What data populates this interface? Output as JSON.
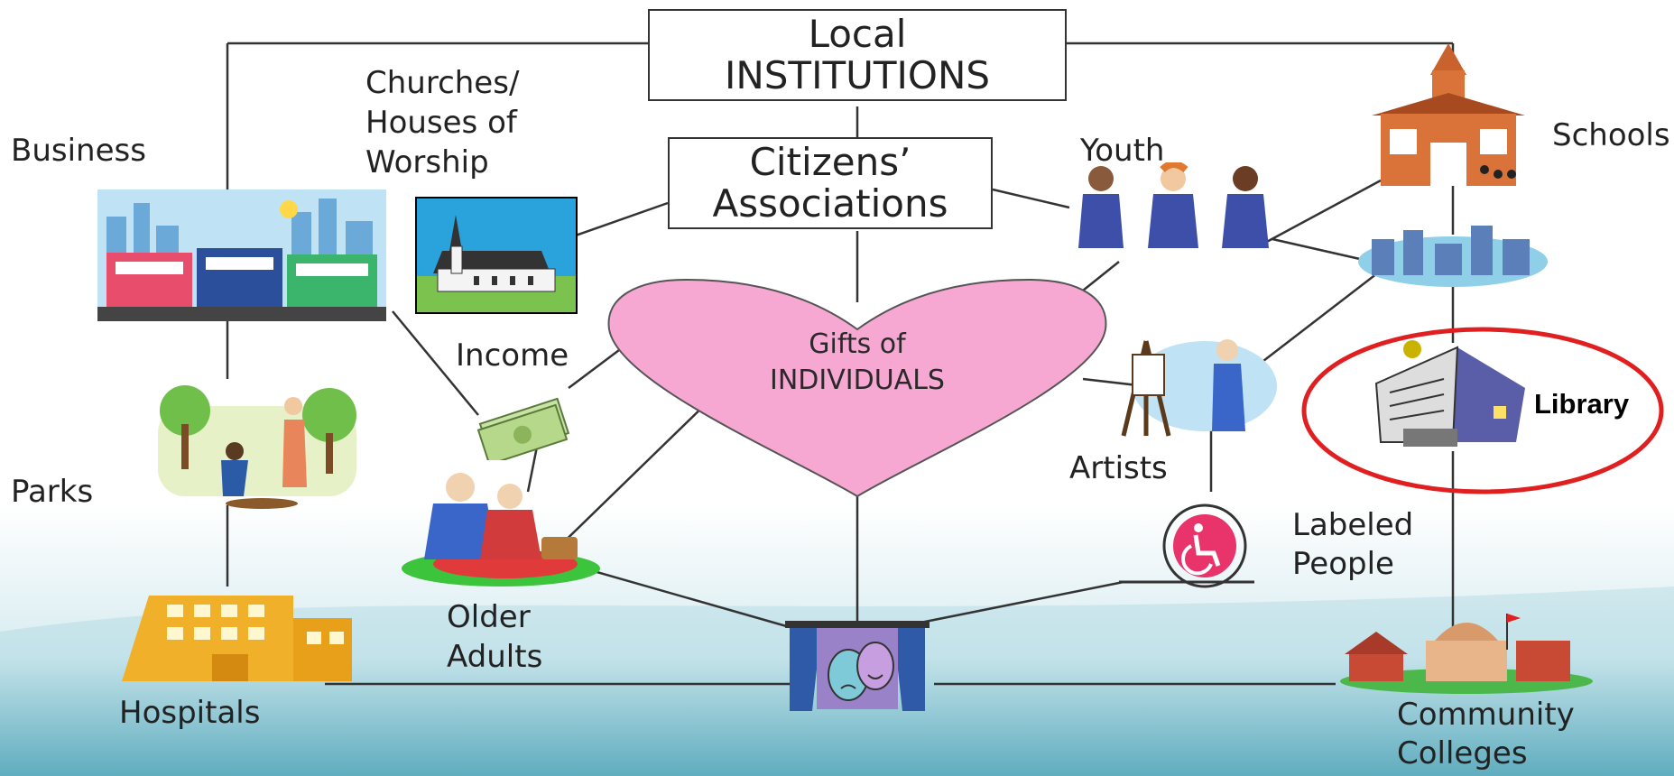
{
  "title_line1": "Local",
  "title_line2": "INSTITUTIONS",
  "citizens_line1": "Citizens’",
  "citizens_line2": "Associations",
  "gifts_line1": "Gifts of",
  "gifts_line2": "INDIVIDUALS",
  "labels": {
    "business": "Business",
    "churches_1": "Churches/",
    "churches_2": "Houses of",
    "churches_3": "Worship",
    "youth": "Youth",
    "schools": "Schools",
    "income": "Income",
    "parks": "Parks",
    "artists": "Artists",
    "labeled_1": "Labeled",
    "labeled_2": "People",
    "older_1": "Older",
    "older_2": "Adults",
    "hospitals": "Hospitals",
    "community_1": "Community",
    "community_2": "Colleges",
    "library": "Library"
  },
  "colors": {
    "heart": "#f7a8d2",
    "highlight_ring": "#e02020",
    "connector": "#333333",
    "background_top": "#ffffff",
    "background_bottom": "#3f9aaf"
  }
}
